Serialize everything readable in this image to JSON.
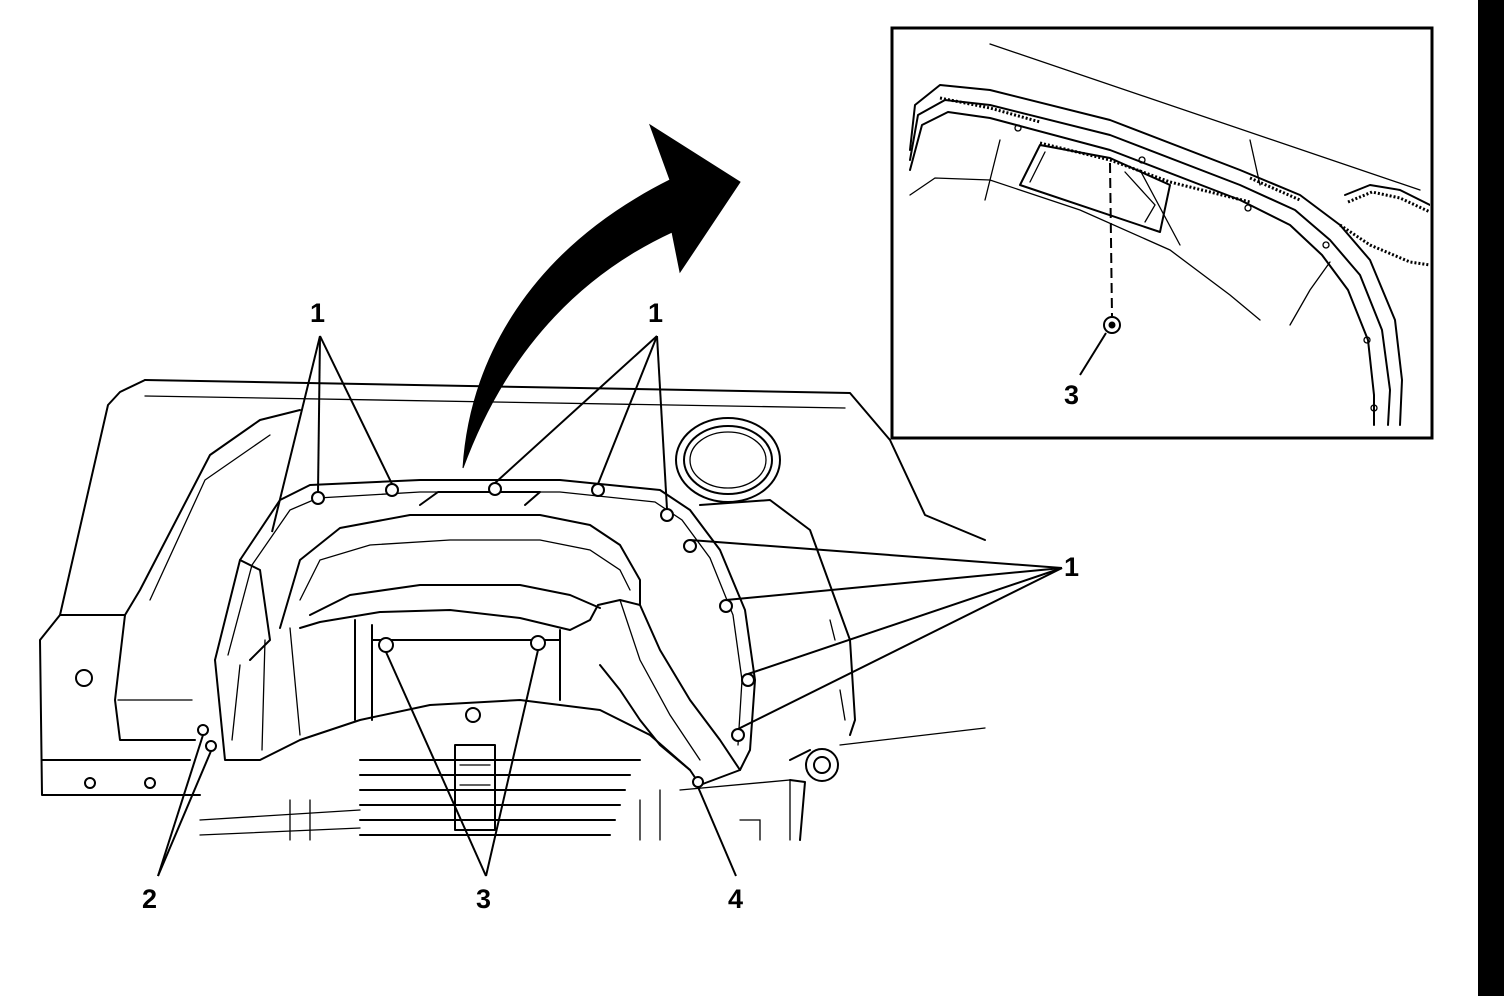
{
  "colors": {
    "line": "#000000",
    "background": "#ffffff"
  },
  "callouts": {
    "c1_top_left": "1",
    "c1_top_right": "1",
    "c1_right": "1",
    "c2": "2",
    "c3": "3",
    "c4": "4",
    "inset_c3": "3"
  }
}
